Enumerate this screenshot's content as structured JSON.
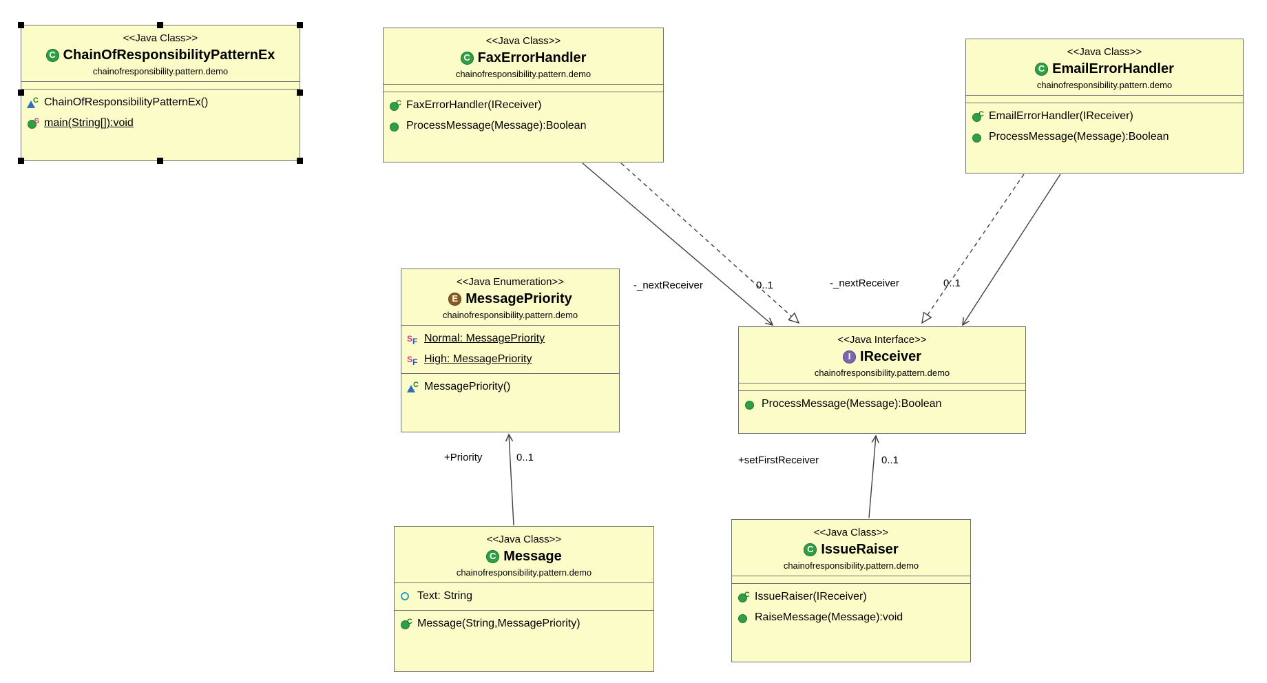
{
  "diagram": {
    "kind": "uml-class-diagram",
    "pattern": "Chain of Responsibility",
    "box_fill_color": "#fcfcc9",
    "box_border_color": "#6f6f6f",
    "line_color": "#3f3f3f",
    "class_icon_color": "#2f9e44",
    "enum_icon_color": "#8a5a20",
    "interface_icon_color": "#7a68ae"
  },
  "classes": [
    {
      "name": "ChainOfResponsibilityPatternEx",
      "stereotype": "<<Java Class>>",
      "kind": "class",
      "kind_icon": "class-icon",
      "package": "chainofresponsibility.pattern.demo",
      "selected": true,
      "fields": [],
      "methods": [
        {
          "label": "ChainOfResponsibilityPatternEx()",
          "icon": "package-constructor-icon",
          "static": false
        },
        {
          "label": "main(String[]):void",
          "icon": "public-static-method-icon",
          "static": true
        }
      ]
    },
    {
      "name": "FaxErrorHandler",
      "stereotype": "<<Java Class>>",
      "kind": "class",
      "kind_icon": "class-icon",
      "package": "chainofresponsibility.pattern.demo",
      "selected": false,
      "fields": [],
      "methods": [
        {
          "label": "FaxErrorHandler(IReceiver)",
          "icon": "public-constructor-icon",
          "static": false
        },
        {
          "label": "ProcessMessage(Message):Boolean",
          "icon": "public-method-icon",
          "static": false
        }
      ]
    },
    {
      "name": "EmailErrorHandler",
      "stereotype": "<<Java Class>>",
      "kind": "class",
      "kind_icon": "class-icon",
      "package": "chainofresponsibility.pattern.demo",
      "selected": false,
      "fields": [],
      "methods": [
        {
          "label": "EmailErrorHandler(IReceiver)",
          "icon": "public-constructor-icon",
          "static": false
        },
        {
          "label": "ProcessMessage(Message):Boolean",
          "icon": "public-method-icon",
          "static": false
        }
      ]
    },
    {
      "name": "MessagePriority",
      "stereotype": "<<Java Enumeration>>",
      "kind": "enumeration",
      "kind_icon": "enum-icon",
      "package": "chainofresponsibility.pattern.demo",
      "selected": false,
      "fields": [
        {
          "label": "Normal: MessagePriority",
          "icon": "static-final-field-icon",
          "static": true
        },
        {
          "label": "High: MessagePriority",
          "icon": "static-final-field-icon",
          "static": true
        }
      ],
      "methods": [
        {
          "label": "MessagePriority()",
          "icon": "package-constructor-icon",
          "static": false
        }
      ]
    },
    {
      "name": "IReceiver",
      "stereotype": "<<Java Interface>>",
      "kind": "interface",
      "kind_icon": "interface-icon",
      "package": "chainofresponsibility.pattern.demo",
      "selected": false,
      "fields": [],
      "methods": [
        {
          "label": "ProcessMessage(Message):Boolean",
          "icon": "public-method-icon",
          "static": false
        }
      ]
    },
    {
      "name": "Message",
      "stereotype": "<<Java Class>>",
      "kind": "class",
      "kind_icon": "class-icon",
      "package": "chainofresponsibility.pattern.demo",
      "selected": false,
      "fields": [
        {
          "label": "Text: String",
          "icon": "package-field-icon",
          "static": false
        }
      ],
      "methods": [
        {
          "label": "Message(String,MessagePriority)",
          "icon": "public-constructor-icon",
          "static": false
        }
      ]
    },
    {
      "name": "IssueRaiser",
      "stereotype": "<<Java Class>>",
      "kind": "class",
      "kind_icon": "class-icon",
      "package": "chainofresponsibility.pattern.demo",
      "selected": false,
      "fields": [],
      "methods": [
        {
          "label": "IssueRaiser(IReceiver)",
          "icon": "public-constructor-icon",
          "static": false
        },
        {
          "label": "RaiseMessage(Message):void",
          "icon": "public-method-icon",
          "static": false
        }
      ]
    }
  ],
  "connectors": [
    {
      "from": "FaxErrorHandler",
      "to": "IReceiver",
      "type": "association",
      "label": "-_nextReceiver",
      "multiplicity": "0..1"
    },
    {
      "from": "FaxErrorHandler",
      "to": "IReceiver",
      "type": "realization"
    },
    {
      "from": "EmailErrorHandler",
      "to": "IReceiver",
      "type": "association",
      "label": "-_nextReceiver",
      "multiplicity": "0..1"
    },
    {
      "from": "EmailErrorHandler",
      "to": "IReceiver",
      "type": "realization"
    },
    {
      "from": "Message",
      "to": "MessagePriority",
      "type": "association",
      "label": "+Priority",
      "multiplicity": "0..1"
    },
    {
      "from": "IssueRaiser",
      "to": "IReceiver",
      "type": "association",
      "label": "+setFirstReceiver",
      "multiplicity": "0..1"
    }
  ]
}
